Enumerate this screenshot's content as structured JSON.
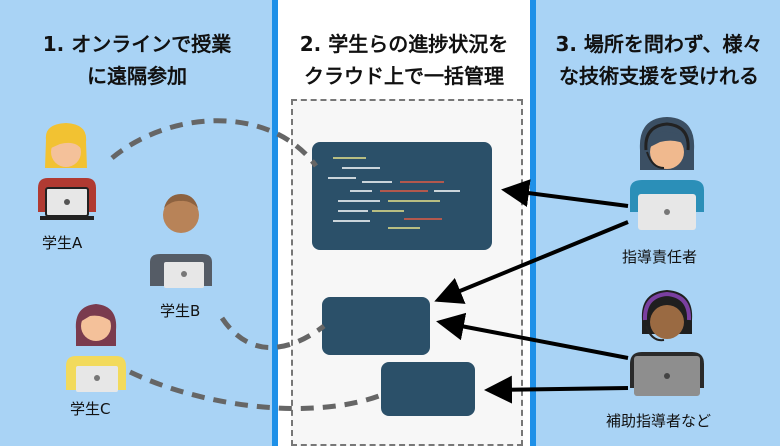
{
  "columns": [
    {
      "line1": "1. オンラインで授業",
      "line2": "に遠隔参加"
    },
    {
      "line1": "2. 学生らの進捗状況を",
      "line2": "クラウド上で一括管理"
    },
    {
      "line1": "3. 場所を問わず、様々",
      "line2": "な技術支援を受けれる"
    }
  ],
  "students": [
    "学生A",
    "学生B",
    "学生C"
  ],
  "staff": [
    "指導責任者",
    "補助指導者など"
  ],
  "colors": {
    "panel_blue": "#a9d3f5",
    "divider_blue": "#1e90e8",
    "screen_navy": "#2b5069",
    "dash_gray": "#666666"
  }
}
